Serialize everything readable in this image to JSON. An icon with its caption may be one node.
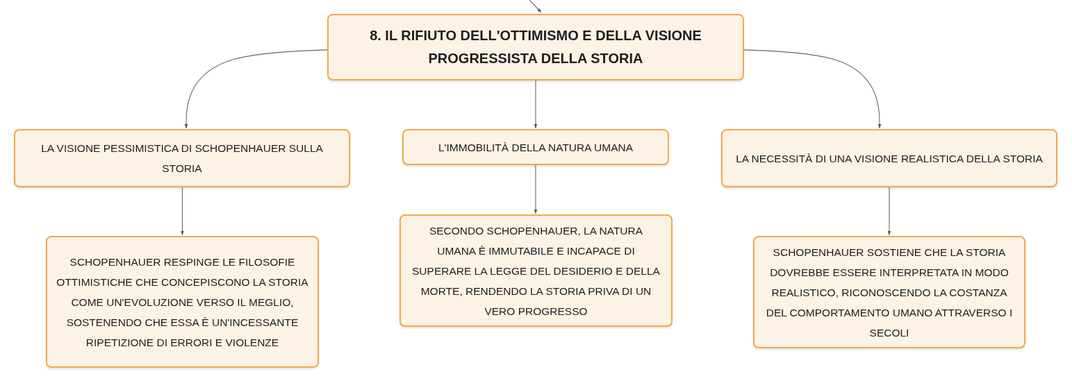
{
  "diagram": {
    "nodes": [
      {
        "text": [
          "8. IL RIFIUTO DELL'OTTIMISMO E DELLA VISIONE PROGRESSISTA DELLA STORIA"
        ]
      },
      {
        "text": [
          "LA VISIONE PESSIMISTICA DI SCHOPENHAUER SULLA STORIA"
        ]
      },
      {
        "text": [
          "L'IMMOBILITÀ DELLA NATURA UMANA"
        ]
      },
      {
        "text": [
          "LA NECESSITÀ DI UNA VISIONE REALISTICA DELLA STORIA"
        ]
      },
      {
        "text": [
          "SCHOPENHAUER RESPINGE LE FILOSOFIE OTTIMISTICHE CHE CONCEPISCONO LA STORIA COME UN'EVOLUZIONE VERSO IL MEGLIO, SOSTENENDO CHE ESSA È UN'INCESSANTE RIPETIZIONE DI ERRORI E VIOLENZE"
        ]
      },
      {
        "text": [
          "SECONDO SCHOPENHAUER, LA NATURA UMANA È IMMUTABILE E INCAPACE DI SUPERARE LA LEGGE DEL DESIDERIO E DELLA MORTE, RENDENDO LA STORIA PRIVA DI UN VERO PROGRESSO"
        ]
      },
      {
        "text": [
          "SCHOPENHAUER SOSTIENE CHE LA STORIA DOVREBBE ESSERE INTERPRETATA IN MODO REALISTICO, RICONOSCENDO LA COSTANZA DEL COMPORTAMENTO UMANO ATTRAVERSO I SECOLI"
        ]
      }
    ],
    "edges": [
      {
        "from": null,
        "to": 0,
        "arrow": "to"
      },
      {
        "from": 0,
        "to": 1,
        "arrow": "to"
      },
      {
        "from": 0,
        "to": 2,
        "arrow": "to"
      },
      {
        "from": 0,
        "to": 3,
        "arrow": "to"
      },
      {
        "from": 1,
        "to": 4,
        "arrow": "to"
      },
      {
        "from": 2,
        "to": 5,
        "arrow": "to"
      },
      {
        "from": 3,
        "to": 6,
        "arrow": "to"
      }
    ]
  }
}
